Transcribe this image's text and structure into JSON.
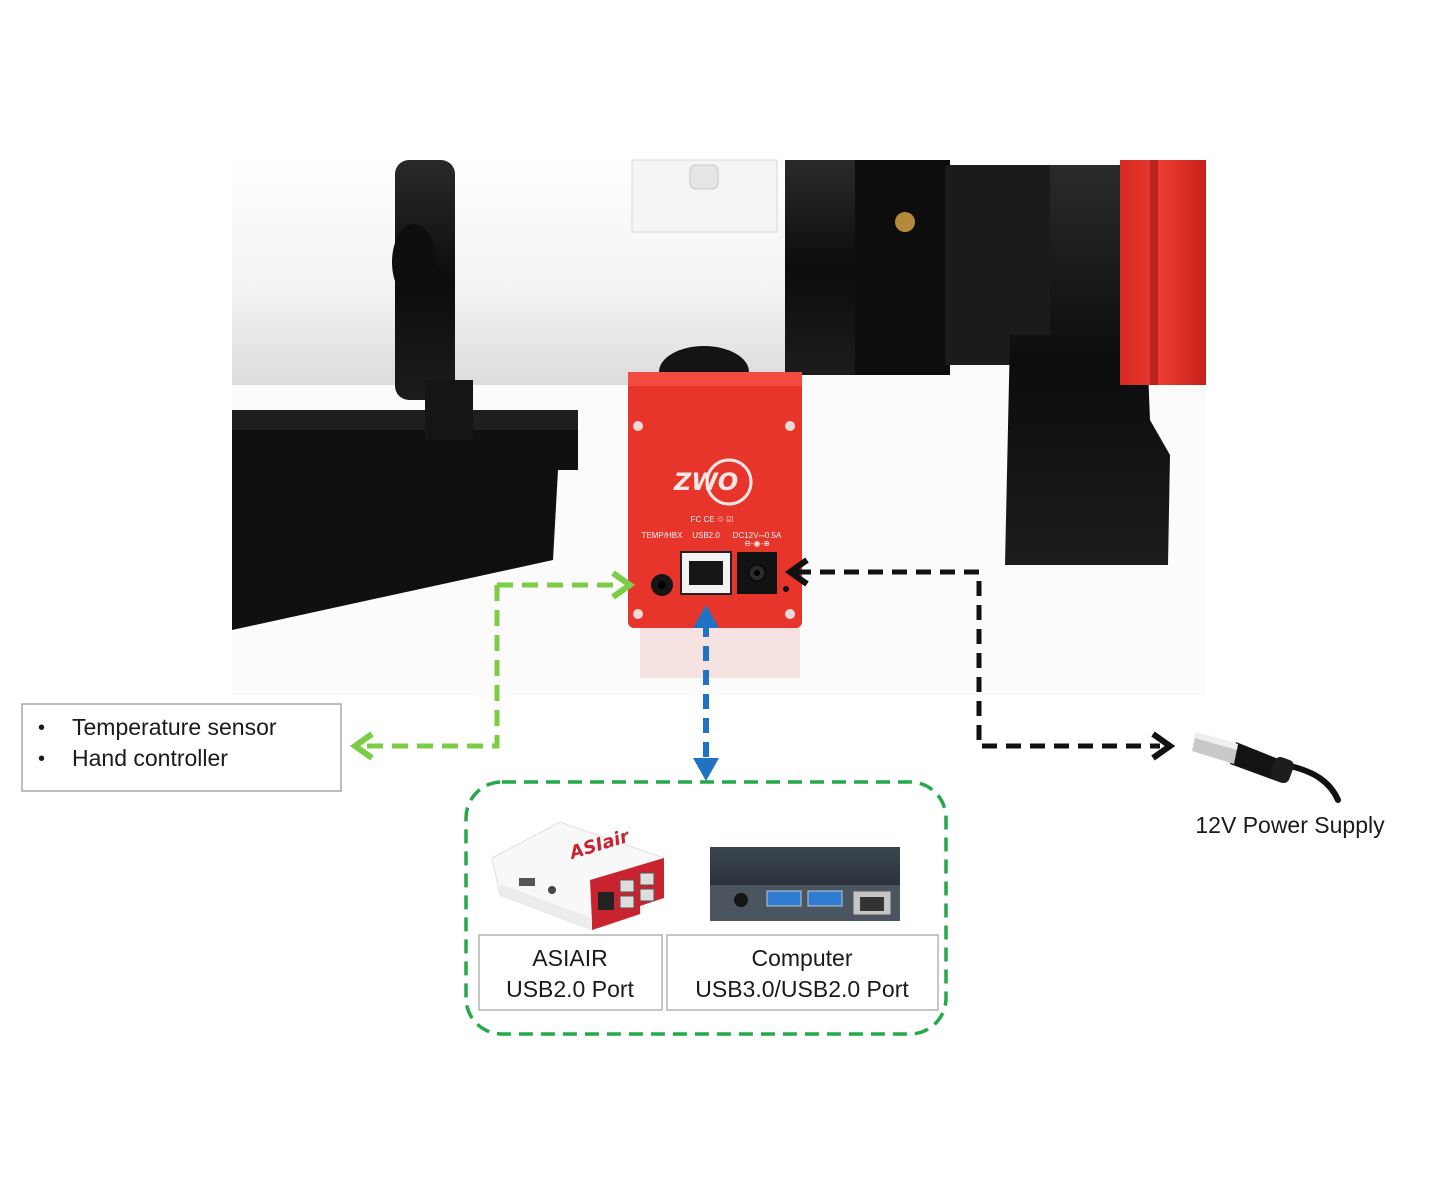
{
  "colors": {
    "accessory_arrow": "#7ccc45",
    "usb_arrow": "#1f72c4",
    "power_arrow": "#111111",
    "host_box_border": "#25a84a",
    "camera_body": "#e8352b",
    "telescope_tube": "#f7f7f7",
    "focuser_black": "#141414"
  },
  "icons": {
    "accessory_arrow": "green-dashed-double-arrow",
    "usb_arrow": "blue-dashed-double-arrow",
    "power_arrow": "black-dashed-double-arrow"
  },
  "accessories": {
    "items": [
      "Temperature sensor",
      "Hand controller"
    ]
  },
  "power": {
    "label": "12V Power Supply"
  },
  "hosts": {
    "asiair": {
      "line1": "ASIAIR",
      "line2": "USB2.0 Port"
    },
    "computer": {
      "line1": "Computer",
      "line2": "USB3.0/USB2.0 Port"
    }
  }
}
